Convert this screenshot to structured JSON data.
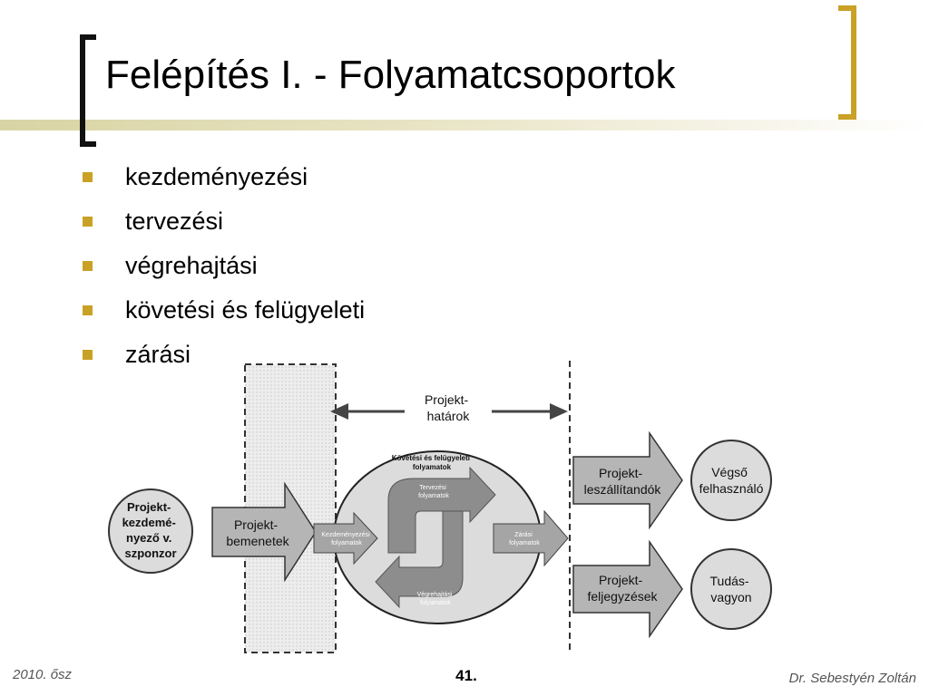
{
  "title": "Felépítés I. - Folyamatcsoportok",
  "bullets": [
    "kezdeményezési",
    "tervezési",
    "végrehajtási",
    "követési és felügyeleti",
    "zárási"
  ],
  "diagram": {
    "boundary_label": [
      "Projekt-",
      "határok"
    ],
    "sponsor": [
      "Projekt-",
      "kezdemé-",
      "nyező v.",
      "szponzor"
    ],
    "inputs": [
      "Projekt-",
      "bemenetek"
    ],
    "monitoring": [
      "Követési és felügyeleti",
      "folyamatok"
    ],
    "planning": [
      "Tervezési",
      "folyamatok"
    ],
    "initiating": [
      "Kezdeményezési",
      "folyamatok"
    ],
    "closing": [
      "Zárási",
      "folyamatok"
    ],
    "executing": [
      "Végrehajtási",
      "folyamatok"
    ],
    "deliverables": [
      "Projekt-",
      "leszállítandók"
    ],
    "records": [
      "Projekt-",
      "feljegyzések"
    ],
    "end_user": [
      "Végső",
      "felhasználó"
    ],
    "knowledge": [
      "Tudás-",
      "vagyon"
    ]
  },
  "footer": {
    "left": "2010. ősz",
    "center": "41.",
    "right": "Dr. Sebestyén Zoltán"
  },
  "colors": {
    "accent_gold": "#c9a125",
    "arrow_gray": "#b5b5b5",
    "cycle_gray": "#8d8d8d",
    "circle_gray": "#dcdcdc"
  }
}
